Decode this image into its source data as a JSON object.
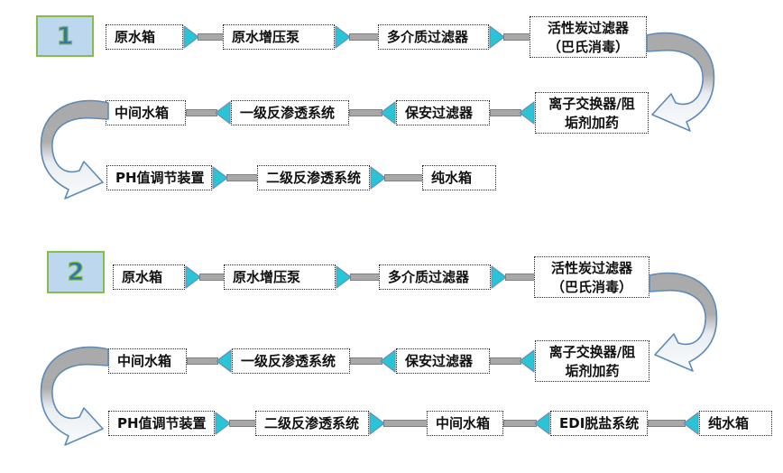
{
  "colors": {
    "tri_fill": "#29C4D6",
    "tri_stroke": "#6E8FB3",
    "line_fill": "#A8A8A8",
    "line_border": "#7F7F7F",
    "badge_fill": "#BDD7EE",
    "badge_border": "#87BD4B",
    "badge_number": "#2E75B6",
    "curve_stroke": "#5E8AB8",
    "box_border": "#2B2B2B",
    "text_color": "#111111"
  },
  "flow1": {
    "badge": "1",
    "r1n1": "原水箱",
    "r1n2": "原水增压泵",
    "r1n3": "多介质过滤器",
    "r1n4_line1": "活性炭过滤器",
    "r1n4_line2": "（巴氏消毒）",
    "r2n1": "中间水箱",
    "r2n2": "一级反渗透系统",
    "r2n3": "保安过滤器",
    "r2n4_line1": "离子交换器/阻",
    "r2n4_line2": "垢剂加药",
    "r3n1": "PH值调节装置",
    "r3n2": "二级反渗透系统",
    "r3n3": "纯水箱"
  },
  "flow2": {
    "badge": "2",
    "r1n1": "原水箱",
    "r1n2": "原水增压泵",
    "r1n3": "多介质过滤器",
    "r1n4_line1": "活性炭过滤器",
    "r1n4_line2": "（巴氏消毒）",
    "r2n1": "中间水箱",
    "r2n2": "一级反渗透系统",
    "r2n3": "保安过滤器",
    "r2n4_line1": "离子交换器/阻",
    "r2n4_line2": "垢剂加药",
    "r3n1": "PH值调节装置",
    "r3n2": "二级反渗透系统",
    "r3n3": "中间水箱",
    "r3n4": "EDI脱盐系统",
    "r3n5": "纯水箱"
  }
}
